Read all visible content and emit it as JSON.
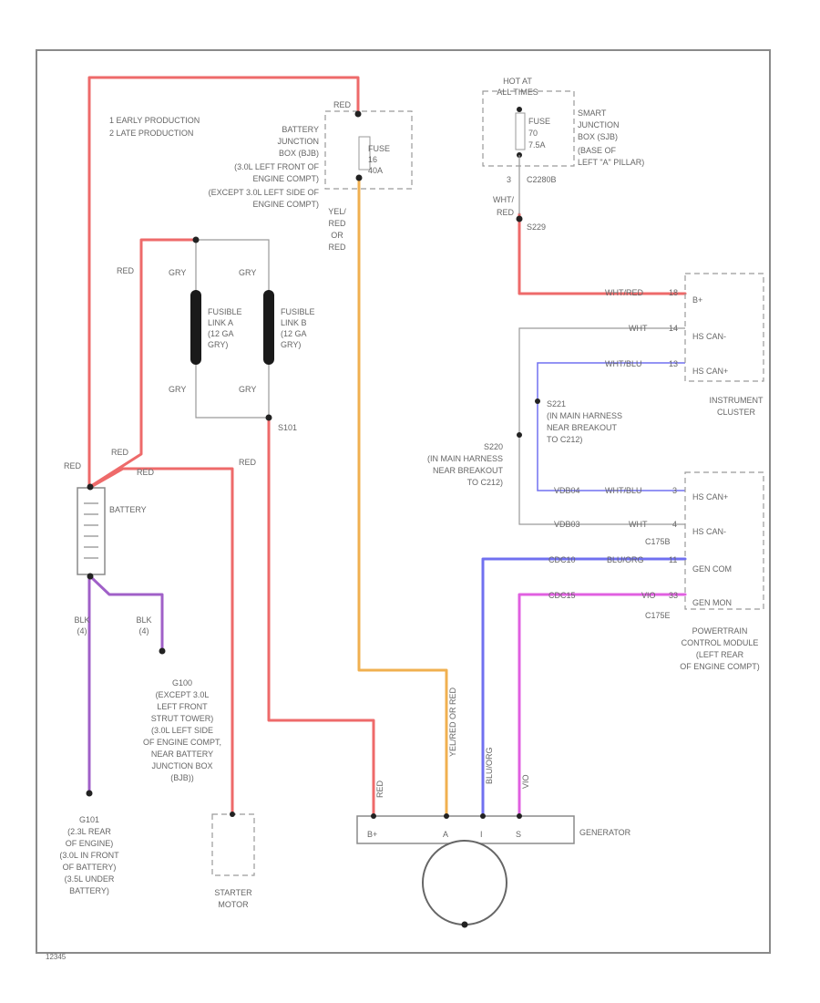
{
  "notes": [
    "1 EARLY PRODUCTION",
    "2 LATE PRODUCTION"
  ],
  "battery_junction_box": [
    "BATTERY",
    "JUNCTION",
    "BOX (BJB)",
    "(3.0L LEFT FRONT OF",
    "ENGINE COMPT)",
    "(EXCEPT 3.0L LEFT SIDE OF",
    "ENGINE COMPT)"
  ],
  "fuse_bjb": [
    "FUSE",
    "16",
    "40A"
  ],
  "bjb_top_wire": "RED",
  "bjb_out_wire": [
    "YEL/",
    "RED",
    "OR",
    "RED"
  ],
  "hot_at_all_times": [
    "HOT AT",
    "ALL TIMES"
  ],
  "fuse_sjb": [
    "FUSE",
    "70",
    "7.5A"
  ],
  "smart_junction_box": [
    "SMART",
    "JUNCTION",
    "BOX (SJB)",
    "(BASE OF",
    "LEFT \"A\" PILLAR)"
  ],
  "c2280b": "C2280B",
  "c2280b_pin": "3",
  "sjb_out_wire": [
    "WHT/",
    "RED"
  ],
  "s229": "S229",
  "fusible_link_a": [
    "FUSIBLE",
    "LINK A",
    "(12 GA",
    "GRY)"
  ],
  "fusible_link_b": [
    "FUSIBLE",
    "LINK B",
    "(12 GA",
    "GRY)"
  ],
  "gry": "GRY",
  "red": "RED",
  "s101": "S101",
  "battery_label": "BATTERY",
  "blk_wire": [
    "BLK",
    "(4)"
  ],
  "g100": [
    "G100",
    "(EXCEPT 3.0L",
    "LEFT FRONT",
    "STRUT TOWER)",
    "(3.0L LEFT SIDE",
    "OF ENGINE COMPT,",
    "NEAR BATTERY",
    "JUNCTION BOX",
    "(BJB))"
  ],
  "g101": [
    "G101",
    "(2.3L REAR",
    "OF ENGINE)",
    "(3.0L IN FRONT",
    "OF BATTERY)",
    "(3.5L UNDER",
    "BATTERY)"
  ],
  "starter_motor": [
    "STARTER",
    "MOTOR"
  ],
  "instrument_cluster": {
    "title": [
      "INSTRUMENT",
      "CLUSTER"
    ],
    "pins": [
      {
        "wire": "WHT/RED",
        "pin": "18",
        "label": "B+"
      },
      {
        "wire": "WHT",
        "pin": "14",
        "label": "HS CAN-"
      },
      {
        "wire": "WHT/BLU",
        "pin": "13",
        "label": "HS CAN+"
      }
    ]
  },
  "s221": [
    "S221",
    "(IN MAIN HARNESS",
    "NEAR BREAKOUT",
    "TO C212)"
  ],
  "s220": [
    "S220",
    "(IN MAIN HARNESS",
    "NEAR BREAKOUT",
    "TO C212)"
  ],
  "pcm": {
    "title": [
      "POWERTRAIN",
      "CONTROL MODULE",
      "(LEFT REAR",
      "OF ENGINE COMPT)"
    ],
    "pins": [
      {
        "circuit": "VDB04",
        "wire": "WHT/BLU",
        "pin": "3",
        "label": "HS CAN+"
      },
      {
        "circuit": "VDB03",
        "wire": "WHT",
        "pin": "4",
        "label": "HS CAN-"
      },
      {
        "circuit": "CDC10",
        "wire": "BLU/ORG",
        "pin": "11",
        "label": "GEN COM"
      },
      {
        "circuit": "CDC15",
        "wire": "VIO",
        "pin": "33",
        "label": "GEN MON"
      }
    ],
    "connector_top": "C175B",
    "connector_bottom": "C175E"
  },
  "generator": {
    "title": "GENERATOR",
    "terminals": [
      "B+",
      "A",
      "I",
      "S"
    ],
    "input_wires": [
      "RED",
      "YEL/RED OR RED",
      "BLU/ORG",
      "VIO"
    ]
  },
  "image_id": "12345",
  "colors": {
    "red": "#ee6a6a",
    "orange": "#f0b050",
    "blue": "#7070f0",
    "magenta": "#e060e0",
    "purple": "#a060c8",
    "gray": "#9a9a9a"
  }
}
